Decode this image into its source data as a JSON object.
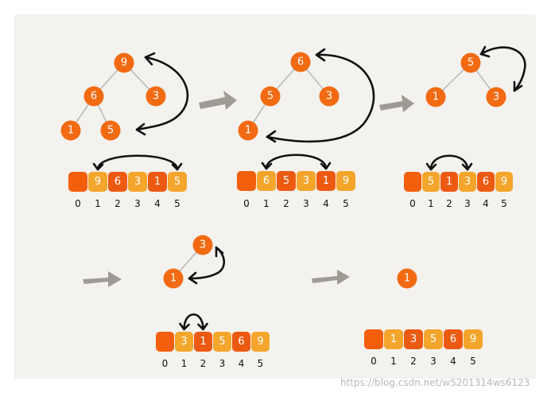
{
  "colors": {
    "panel": "#f3f2ef",
    "node": "#f26a12",
    "cell_empty": "#f35f0b",
    "cell_dark": "#ec5a12",
    "cell_light": "#f4a52b",
    "arrow": "#111111",
    "flow_arrow": "#9f9a94"
  },
  "indices": [
    "0",
    "1",
    "2",
    "3",
    "4",
    "5"
  ],
  "steps": [
    {
      "tree_nodes": [
        {
          "id": "a",
          "label": "9"
        },
        {
          "id": "b",
          "label": "6"
        },
        {
          "id": "c",
          "label": "3"
        },
        {
          "id": "d",
          "label": "1"
        },
        {
          "id": "e",
          "label": "5"
        }
      ],
      "tree_edges": [
        [
          "a",
          "b"
        ],
        [
          "a",
          "c"
        ],
        [
          "b",
          "d"
        ],
        [
          "b",
          "e"
        ]
      ],
      "array": [
        {
          "value": "",
          "shade": "empty"
        },
        {
          "value": "9",
          "shade": "light"
        },
        {
          "value": "6",
          "shade": "dark"
        },
        {
          "value": "3",
          "shade": "light"
        },
        {
          "value": "1",
          "shade": "dark"
        },
        {
          "value": "5",
          "shade": "light"
        }
      ],
      "swap": [
        1,
        5
      ]
    },
    {
      "tree_nodes": [
        {
          "id": "a",
          "label": "6"
        },
        {
          "id": "b",
          "label": "5"
        },
        {
          "id": "c",
          "label": "3"
        },
        {
          "id": "d",
          "label": "1"
        }
      ],
      "tree_edges": [
        [
          "a",
          "b"
        ],
        [
          "a",
          "c"
        ],
        [
          "b",
          "d"
        ]
      ],
      "array": [
        {
          "value": "",
          "shade": "empty"
        },
        {
          "value": "6",
          "shade": "light"
        },
        {
          "value": "5",
          "shade": "dark"
        },
        {
          "value": "3",
          "shade": "light"
        },
        {
          "value": "1",
          "shade": "dark"
        },
        {
          "value": "9",
          "shade": "light"
        }
      ],
      "swap": [
        1,
        4
      ]
    },
    {
      "tree_nodes": [
        {
          "id": "a",
          "label": "5"
        },
        {
          "id": "b",
          "label": "1"
        },
        {
          "id": "c",
          "label": "3"
        }
      ],
      "tree_edges": [
        [
          "a",
          "b"
        ],
        [
          "a",
          "c"
        ]
      ],
      "array": [
        {
          "value": "",
          "shade": "empty"
        },
        {
          "value": "5",
          "shade": "light"
        },
        {
          "value": "1",
          "shade": "dark"
        },
        {
          "value": "3",
          "shade": "light"
        },
        {
          "value": "6",
          "shade": "dark"
        },
        {
          "value": "9",
          "shade": "light"
        }
      ],
      "swap": [
        1,
        3
      ]
    },
    {
      "tree_nodes": [
        {
          "id": "a",
          "label": "3"
        },
        {
          "id": "b",
          "label": "1"
        }
      ],
      "tree_edges": [
        [
          "a",
          "b"
        ]
      ],
      "array": [
        {
          "value": "",
          "shade": "empty"
        },
        {
          "value": "3",
          "shade": "light"
        },
        {
          "value": "1",
          "shade": "dark"
        },
        {
          "value": "5",
          "shade": "light"
        },
        {
          "value": "6",
          "shade": "dark"
        },
        {
          "value": "9",
          "shade": "light"
        }
      ],
      "swap": [
        1,
        2
      ]
    },
    {
      "tree_nodes": [
        {
          "id": "a",
          "label": "1"
        }
      ],
      "tree_edges": [],
      "array": [
        {
          "value": "",
          "shade": "empty"
        },
        {
          "value": "1",
          "shade": "light"
        },
        {
          "value": "3",
          "shade": "dark"
        },
        {
          "value": "5",
          "shade": "light"
        },
        {
          "value": "6",
          "shade": "dark"
        },
        {
          "value": "9",
          "shade": "light"
        }
      ],
      "swap": null
    }
  ],
  "watermark": "https://blog.csdn.net/w5201314ws6123"
}
